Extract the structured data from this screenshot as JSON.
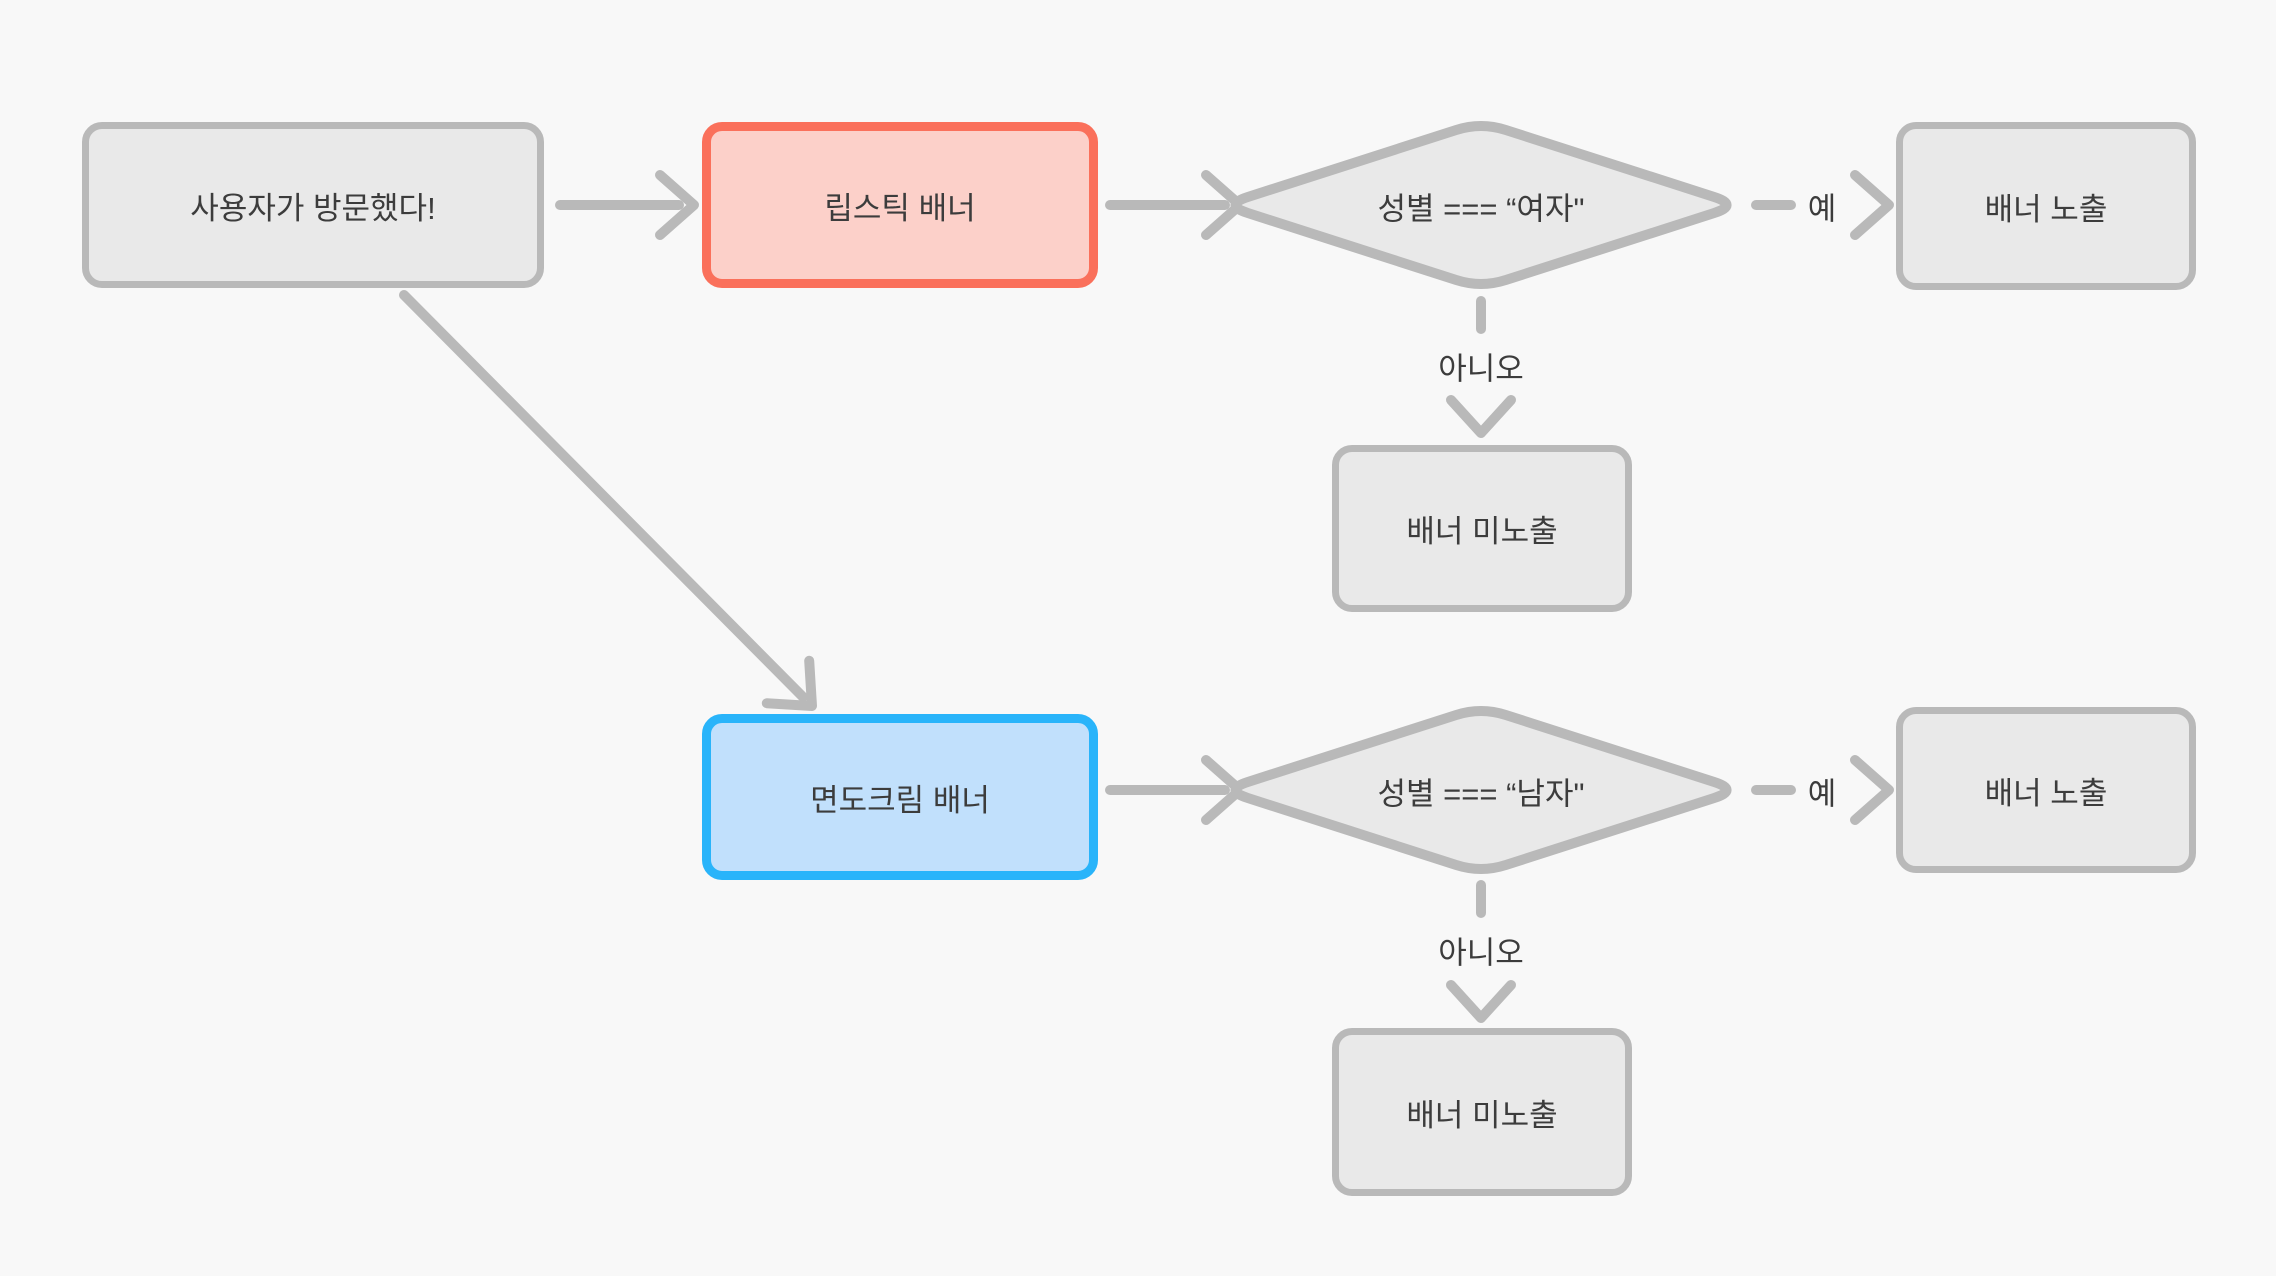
{
  "canvas": {
    "background": "#f8f8f8"
  },
  "palette": {
    "box_fill": "#e9e9e9",
    "box_border": "#b9b9b9",
    "edge_gray": "#b9b9b9",
    "text": "#3c3c3c",
    "lipstick_fill": "#fcd0c9",
    "lipstick_border": "#fa705b",
    "shaving_fill": "#c1e0fc",
    "shaving_border": "#29b4fa"
  },
  "nodes": {
    "start": {
      "label": "사용자가 방문했다!"
    },
    "lipstick_banner": {
      "label": "립스틱 배너"
    },
    "check_female": {
      "label": "성별 === “여자\""
    },
    "show_banner_top": {
      "label": "배너 노출"
    },
    "hide_banner_top": {
      "label": "배너 미노출"
    },
    "shaving_banner": {
      "label": "면도크림 배너"
    },
    "check_male": {
      "label": "성별 === “남자\""
    },
    "show_banner_bottom": {
      "label": "배너 노출"
    },
    "hide_banner_bottom": {
      "label": "배너 미노출"
    }
  },
  "edge_labels": {
    "yes_top": "예",
    "no_top": "아니오",
    "yes_bottom": "예",
    "no_bottom": "아니오"
  }
}
